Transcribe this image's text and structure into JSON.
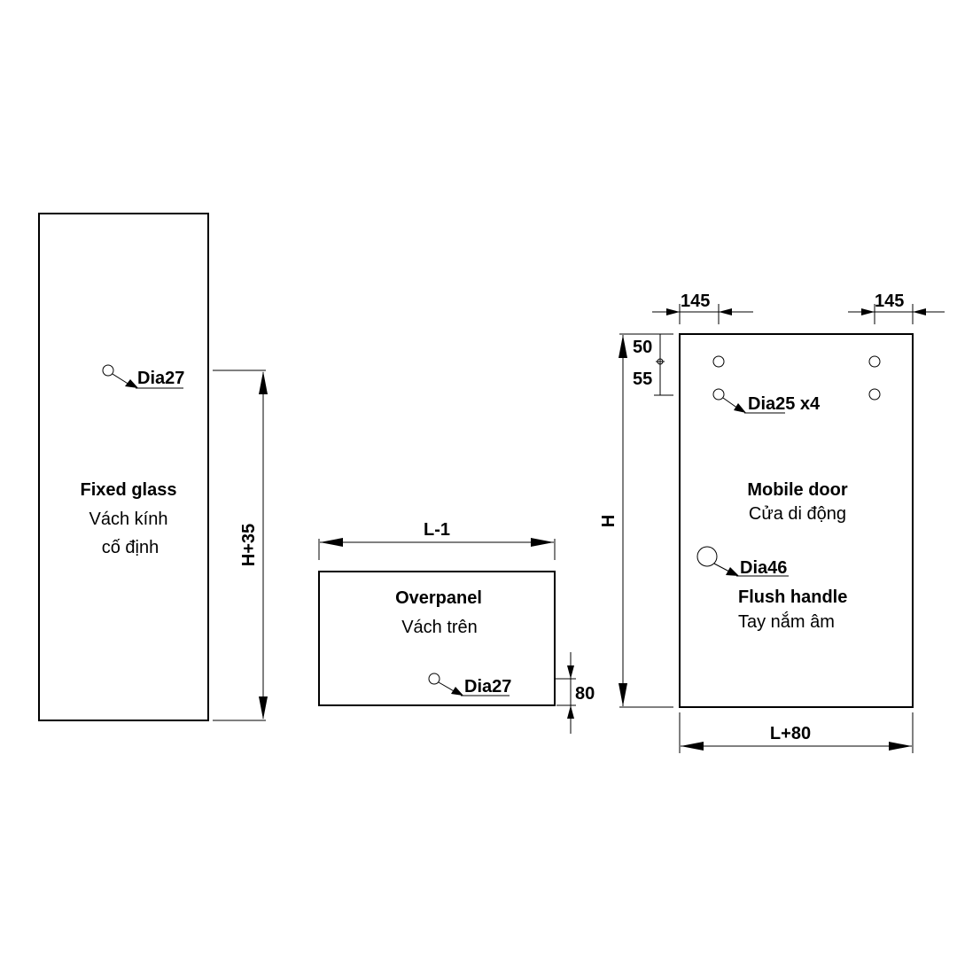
{
  "fixed_glass": {
    "title": "Fixed glass",
    "subtitle_line1": "Vách kính",
    "subtitle_line2": "cố định",
    "hole_label": "Dia27",
    "height_dim": "H+35"
  },
  "overpanel": {
    "title": "Overpanel",
    "subtitle": "Vách trên",
    "hole_label": "Dia27",
    "width_dim": "L-1",
    "edge_dim": "80"
  },
  "mobile_door": {
    "title": "Mobile door",
    "subtitle": "Cửa di động",
    "holes_label": "Dia25 x4",
    "handle_hole_label": "Dia46",
    "handle_title": "Flush handle",
    "handle_subtitle": "Tay nắm âm",
    "height_dim": "H",
    "width_dim": "L+80",
    "left_offset_dim": "145",
    "right_offset_dim": "145",
    "top_offset_dim": "50",
    "hole_spacing_dim": "55"
  },
  "colors": {
    "line": "#000000",
    "background": "#ffffff"
  }
}
